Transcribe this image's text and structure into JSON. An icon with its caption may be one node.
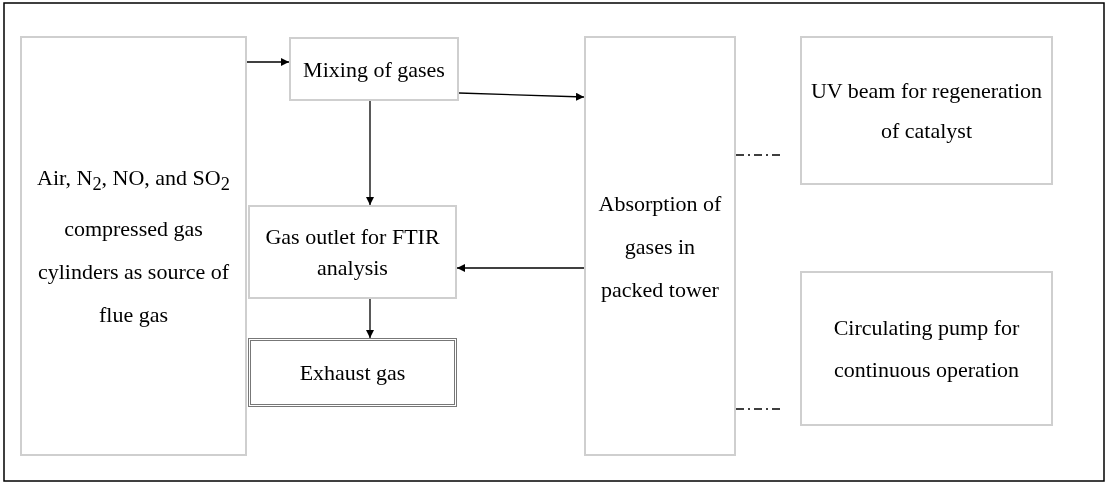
{
  "diagram": {
    "nodes": [
      {
        "text": [
          "Air, N$_{2}$, NO, and SO$_{2}$ compressed gas cylinders as source of flue gas"
        ]
      },
      {
        "text": [
          "Mixing of gases"
        ]
      },
      {
        "text": [
          "Absorption of gases in packed tower"
        ]
      },
      {
        "text": [
          "UV beam for regeneration of catalyst"
        ]
      },
      {
        "text": [
          "Gas outlet for FTIR analysis"
        ]
      },
      {
        "text": [
          "Circulating pump for continuous operation"
        ]
      },
      {
        "text": [
          "Exhaust gas"
        ]
      }
    ],
    "edges": [
      {
        "from": 0,
        "to": 1,
        "arrow": "to"
      },
      {
        "from": 1,
        "to": 2,
        "arrow": "to"
      },
      {
        "from": 1,
        "to": 4,
        "arrow": "to"
      },
      {
        "from": 2,
        "to": 4,
        "arrow": "to"
      },
      {
        "from": 4,
        "to": 6,
        "arrow": "to"
      },
      {
        "from": 3,
        "to": 2,
        "arrow": "none",
        "style": "dashed"
      },
      {
        "from": 5,
        "to": 2,
        "arrow": "none",
        "style": "dashed"
      }
    ]
  }
}
